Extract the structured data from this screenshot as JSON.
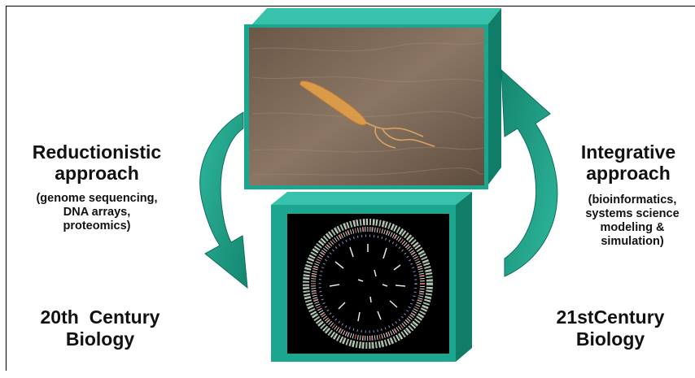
{
  "left": {
    "title_line1": "Reductionistic",
    "title_line2": "approach",
    "detail_line1": "(genome sequencing,",
    "detail_line2": "DNA arrays,",
    "detail_line3": "proteomics)",
    "century_line1": "20th  Century",
    "century_line2": "Biology"
  },
  "right": {
    "title_line1": "Integrative",
    "title_line2": "approach",
    "detail_line1": "(bioinformatics,",
    "detail_line2": "systems science",
    "detail_line3": "modeling &",
    "detail_line4": "simulation)",
    "century_line1": "21stCentury",
    "century_line2": "Biology"
  },
  "colors": {
    "teal": "#1ba78f",
    "teal_dark": "#0c6e5c",
    "teal_light": "#37c3ab",
    "arrow": "#21a489"
  },
  "images": {
    "top": "bacterium-micrograph",
    "bottom": "circular-genome-map"
  }
}
